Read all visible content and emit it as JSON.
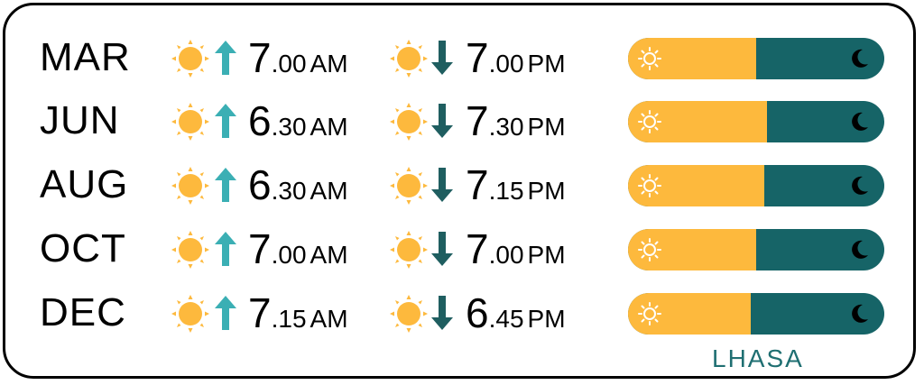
{
  "colors": {
    "day": "#FDB93D",
    "night": "#166467",
    "sun": "#FDB93D",
    "arrow_up": "#3BAFB4",
    "arrow_down": "#1F5E60",
    "city": "#1F6F72"
  },
  "icons": {
    "sunrise": "sun-icon",
    "sunset": "sun-icon",
    "up": "arrow-up-icon",
    "down": "arrow-down-icon",
    "day": "sun-outline-icon",
    "night": "moon-icon"
  },
  "city": "LHASA",
  "rows": [
    {
      "month": "MAR",
      "sunrise": {
        "hour": "7",
        "minutes": ".00",
        "ampm": "AM"
      },
      "sunset": {
        "hour": "7",
        "minutes": ".00",
        "ampm": "PM"
      },
      "daylight_fraction": 0.5
    },
    {
      "month": "JUN",
      "sunrise": {
        "hour": "6",
        "minutes": ".30",
        "ampm": "AM"
      },
      "sunset": {
        "hour": "7",
        "minutes": ".30",
        "ampm": "PM"
      },
      "daylight_fraction": 0.5417
    },
    {
      "month": "AUG",
      "sunrise": {
        "hour": "6",
        "minutes": ".30",
        "ampm": "AM"
      },
      "sunset": {
        "hour": "7",
        "minutes": ".15",
        "ampm": "PM"
      },
      "daylight_fraction": 0.5313
    },
    {
      "month": "OCT",
      "sunrise": {
        "hour": "7",
        "minutes": ".00",
        "ampm": "AM"
      },
      "sunset": {
        "hour": "7",
        "minutes": ".00",
        "ampm": "PM"
      },
      "daylight_fraction": 0.5
    },
    {
      "month": "DEC",
      "sunrise": {
        "hour": "7",
        "minutes": ".15",
        "ampm": "AM"
      },
      "sunset": {
        "hour": "6",
        "minutes": ".45",
        "ampm": "PM"
      },
      "daylight_fraction": 0.4792
    }
  ]
}
